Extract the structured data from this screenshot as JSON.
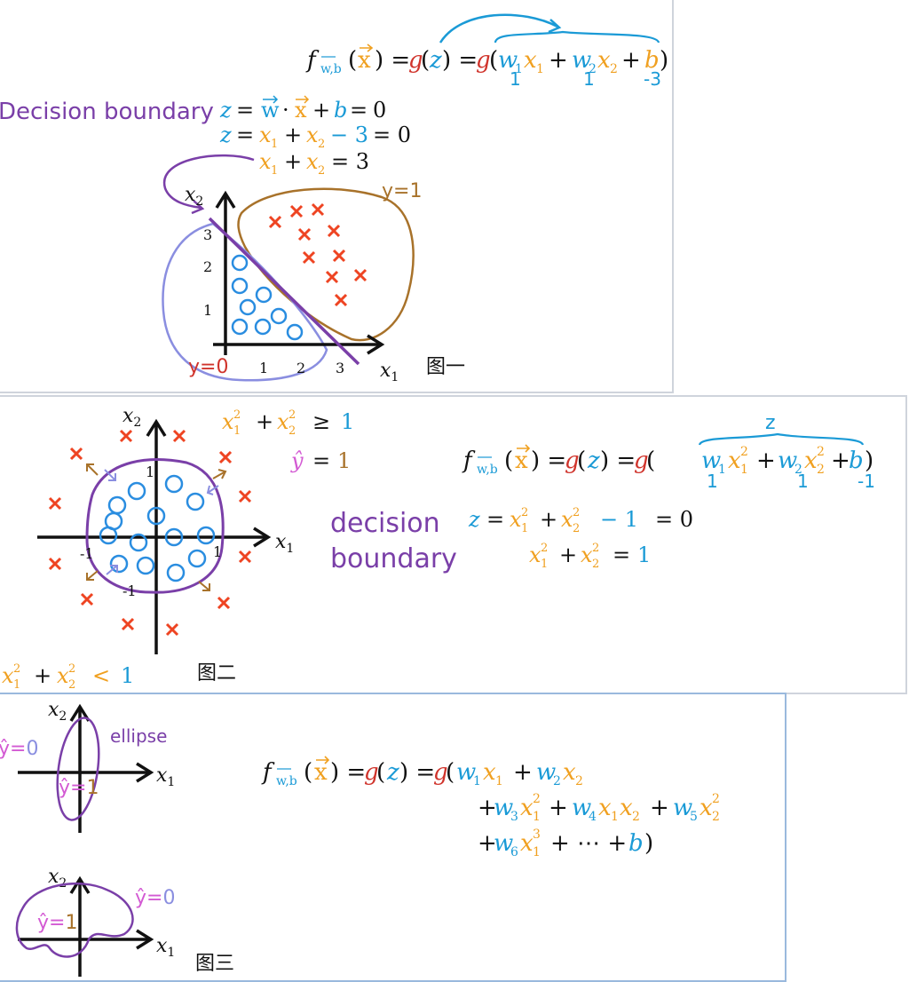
{
  "colors": {
    "red": "#d0342c",
    "blue": "#1a9ad6",
    "orange": "#f0a020",
    "purple": "#7a3fa8",
    "brown": "#a8722a",
    "magenta": "#d35ad3",
    "lavender": "#8a8ee0",
    "cross": "#ee4422",
    "circle": "#2a8de0"
  },
  "panel1": {
    "decision_label": "Decision boundary",
    "weights": [
      "1",
      "1",
      "-3"
    ],
    "y1_label": "y=1",
    "y0_label": "y=0",
    "axis_x": "x1",
    "axis_y": "x2",
    "ticks_y": [
      "1",
      "2",
      "3"
    ],
    "ticks_x": [
      "1",
      "2",
      "3"
    ],
    "figure_label": "图一"
  },
  "panel2": {
    "weights": [
      "1",
      "1",
      "-1"
    ],
    "z_brace_label": "z",
    "decision_line1": "decision",
    "decision_line2": "boundary",
    "tick_1": "1",
    "tick_neg1": "-1",
    "figure_label": "图二"
  },
  "panel3": {
    "ellipse_label": "ellipse",
    "figure_label": "图三"
  }
}
